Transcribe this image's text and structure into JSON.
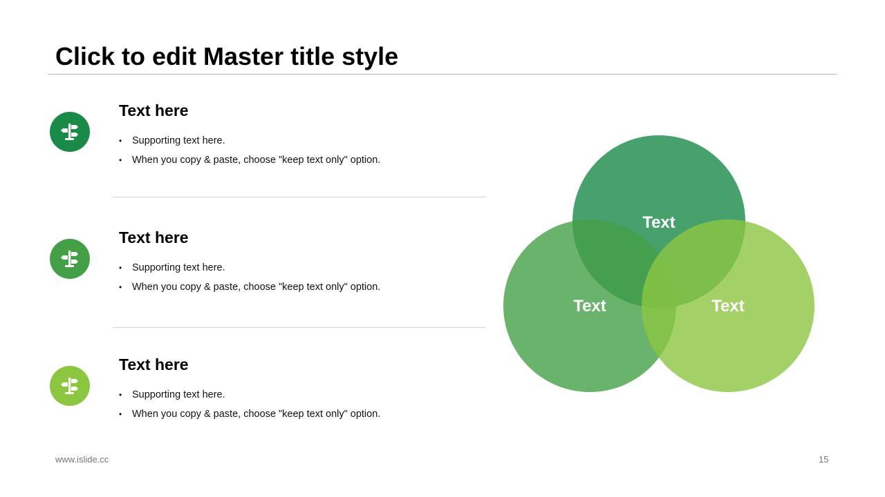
{
  "title": "Click to edit Master title style",
  "colors": {
    "dark_green": "#198a48",
    "mid_green": "#44a047",
    "light_green": "#8cc641"
  },
  "items": [
    {
      "icon": "signpost-icon",
      "heading": "Text here",
      "bullets": [
        "Supporting text here.",
        "When  you copy & paste, choose \"keep text only\" option."
      ]
    },
    {
      "icon": "signpost-icon",
      "heading": "Text here",
      "bullets": [
        "Supporting text here.",
        "When  you copy & paste, choose \"keep text only\" option."
      ]
    },
    {
      "icon": "signpost-icon",
      "heading": "Text here",
      "bullets": [
        "Supporting text here.",
        "When  you copy & paste, choose \"keep text only\" option."
      ]
    }
  ],
  "venn": {
    "top_label": "Text",
    "left_label": "Text",
    "right_label": "Text"
  },
  "footer": {
    "url": "www.islide.cc",
    "page_number": "15"
  }
}
